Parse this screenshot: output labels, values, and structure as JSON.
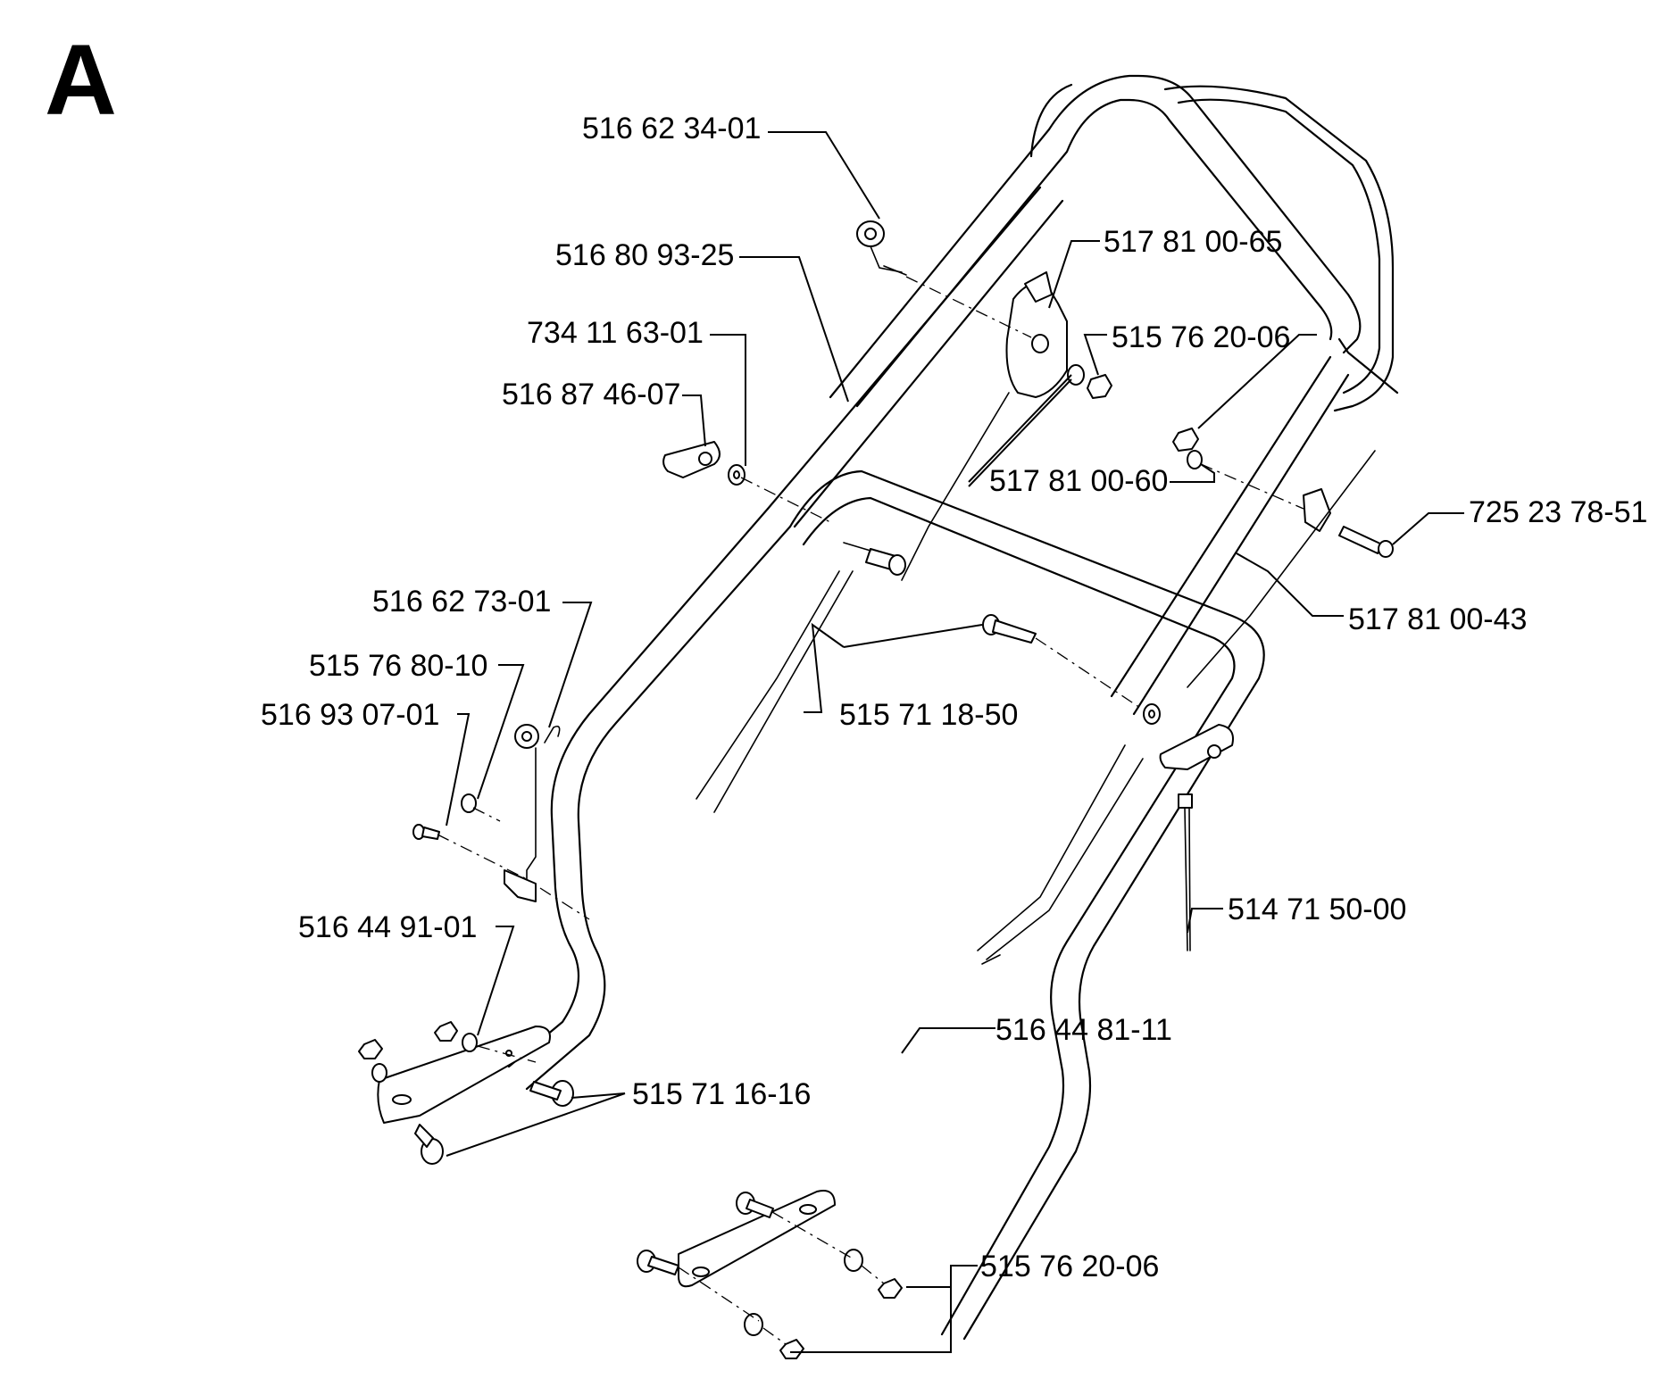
{
  "section_letter": "A",
  "parts": [
    {
      "id": "p1",
      "number": "516 62 34-01"
    },
    {
      "id": "p2",
      "number": "516 80 93-25"
    },
    {
      "id": "p3",
      "number": "517 81 00-65"
    },
    {
      "id": "p4",
      "number": "734 11 63-01"
    },
    {
      "id": "p5",
      "number": "515 76 20-06"
    },
    {
      "id": "p6",
      "number": "516 87 46-07"
    },
    {
      "id": "p7",
      "number": "517 81 00-60"
    },
    {
      "id": "p8",
      "number": "725 23 78-51"
    },
    {
      "id": "p9",
      "number": "516 62 73-01"
    },
    {
      "id": "p10",
      "number": "517 81 00-43"
    },
    {
      "id": "p11",
      "number": "515 76 80-10"
    },
    {
      "id": "p12",
      "number": "515 71 18-50"
    },
    {
      "id": "p13",
      "number": "516 93 07-01"
    },
    {
      "id": "p14",
      "number": "514 71 50-00"
    },
    {
      "id": "p15",
      "number": "516 44 91-01"
    },
    {
      "id": "p16",
      "number": "516 44 81-11"
    },
    {
      "id": "p17",
      "number": "515 71 16-16"
    },
    {
      "id": "p18",
      "number": "515 76 20-06"
    }
  ]
}
